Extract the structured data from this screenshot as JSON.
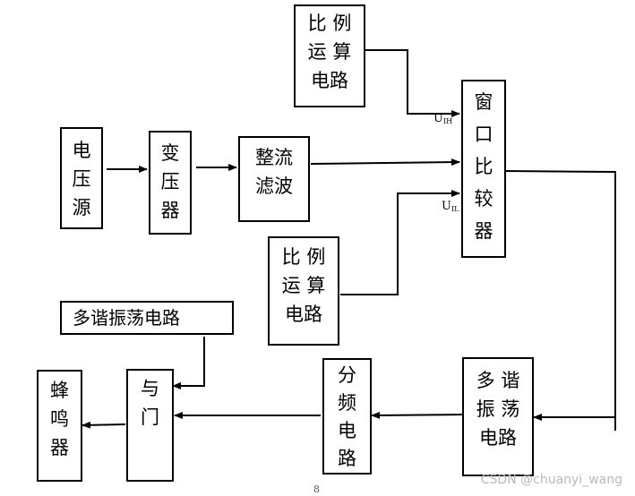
{
  "blocks": {
    "power": "电\n压\n源",
    "transformer": "变\n压\n器",
    "rectifier": "整流\n滤波",
    "ratio_top": "比 例\n运 算\n电路",
    "ratio_bottom": "比 例\n运 算\n电路",
    "window_comparator": "窗\n口\n比\n较\n器",
    "multivibrator_top": "多谐振荡电路",
    "multivibrator_bottom": "多 谐\n振 荡\n电路",
    "divider": "分\n频\n电\n路",
    "and_gate": "与\n门",
    "buzzer": "蜂\n鸣\n器"
  },
  "labels": {
    "uih_main": "U",
    "uih_sub": "IH",
    "uil_main": "U",
    "uil_sub": "IL"
  },
  "watermark": "CSDN @chuanyi_wang",
  "page_number": "8"
}
